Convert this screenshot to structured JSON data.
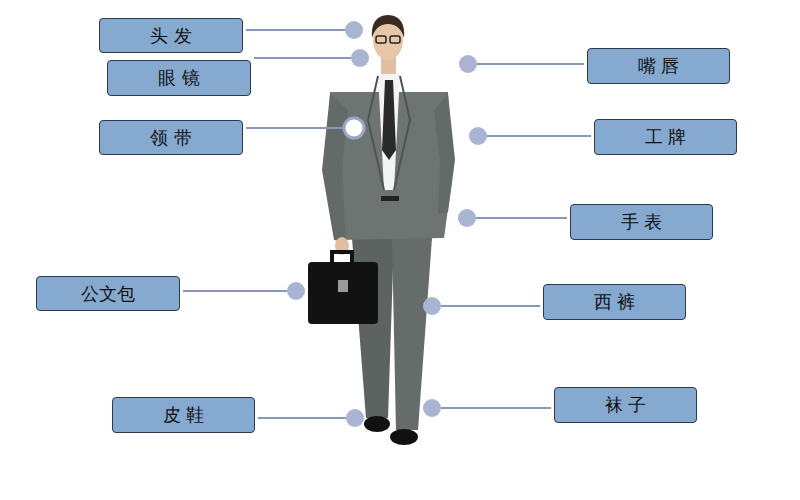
{
  "diagram": {
    "nodes": [
      {
        "text": [
          "头 发"
        ]
      },
      {
        "text": [
          "眼 镜"
        ]
      },
      {
        "text": [
          "嘴 唇"
        ]
      },
      {
        "text": [
          "领 带"
        ]
      },
      {
        "text": [
          "工 牌"
        ]
      },
      {
        "text": [
          "手 表"
        ]
      },
      {
        "text": [
          "公文包"
        ]
      },
      {
        "text": [
          "西 裤"
        ]
      },
      {
        "text": [
          "皮 鞋"
        ]
      },
      {
        "text": [
          "袜 子"
        ]
      }
    ]
  }
}
